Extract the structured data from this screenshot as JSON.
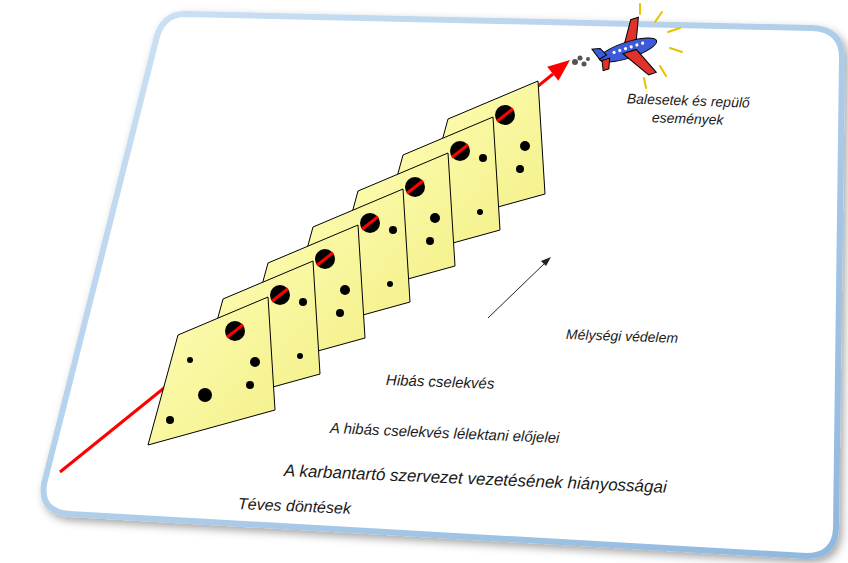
{
  "diagram": {
    "labels": [
      "Balesetek és repülő események",
      "Mélységi védelem",
      "Hibás cselekvés",
      "A hibás cselekvés lélektani előjelei",
      "A karbantartó szervezet vezetésének hiányosságai",
      "Téves döntések"
    ]
  }
}
